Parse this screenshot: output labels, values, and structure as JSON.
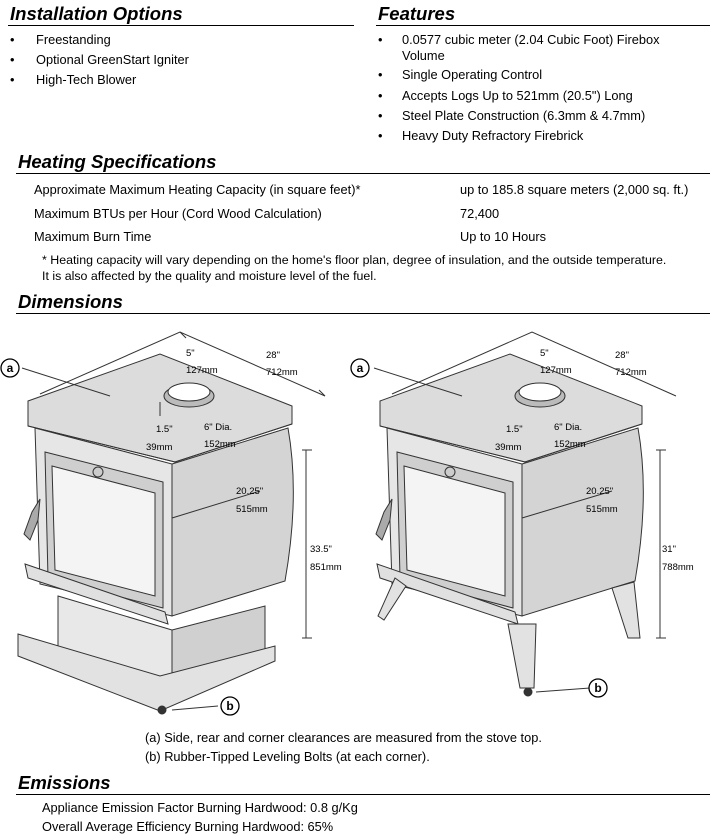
{
  "installation": {
    "title": "Installation Options",
    "items": [
      "Freestanding",
      "Optional GreenStart Igniter",
      "High-Tech Blower"
    ]
  },
  "features": {
    "title": "Features",
    "items": [
      "0.0577 cubic meter (2.04 Cubic Foot) Firebox Volume",
      "Single Operating Control",
      "Accepts Logs Up to 521mm (20.5\") Long",
      "Steel Plate Construction (6.3mm & 4.7mm)",
      "Heavy Duty Refractory Firebrick"
    ]
  },
  "heating": {
    "title": "Heating Specifications",
    "rows": [
      {
        "label": "Approximate Maximum Heating Capacity (in square feet)*",
        "value": "up to 185.8 square meters (2,000 sq. ft.)"
      },
      {
        "label": "Maximum BTUs per Hour (Cord Wood Calculation)",
        "value": "72,400"
      },
      {
        "label": "Maximum Burn Time",
        "value": "Up to 10 Hours"
      }
    ],
    "footnote_1": "* Heating capacity will vary depending on the home's floor plan, degree of insulation, and the outside temperature.",
    "footnote_2": "It is also affected by the quality and moisture level of the fuel."
  },
  "dimensions": {
    "title": "Dimensions",
    "left": {
      "label_a": "a",
      "label_b": "b",
      "flue_offset_in": "5\"",
      "flue_offset_mm": "127mm",
      "width_in": "28\"",
      "width_mm": "712mm",
      "rear_in": "1.5\"",
      "rear_mm": "39mm",
      "dia_in": "6\" Dia.",
      "dia_mm": "152mm",
      "depth_in": "20.25\"",
      "depth_mm": "515mm",
      "height_in": "33.5\"",
      "height_mm": "851mm"
    },
    "right": {
      "label_a": "a",
      "label_b": "b",
      "flue_offset_in": "5\"",
      "flue_offset_mm": "127mm",
      "width_in": "28\"",
      "width_mm": "712mm",
      "rear_in": "1.5\"",
      "rear_mm": "39mm",
      "dia_in": "6\" Dia.",
      "dia_mm": "152mm",
      "depth_in": "20.25\"",
      "depth_mm": "515mm",
      "height_in": "31\"",
      "height_mm": "788mm"
    },
    "note_a": "(a) Side, rear and corner clearances are measured from the stove top.",
    "note_b": "(b) Rubber-Tipped Leveling Bolts (at each corner)."
  },
  "emissions": {
    "title": "Emissions",
    "lines": [
      "Appliance Emission Factor Burning Hardwood: 0.8 g/Kg",
      "Overall Average Efficiency Burning Hardwood: 65%"
    ]
  }
}
